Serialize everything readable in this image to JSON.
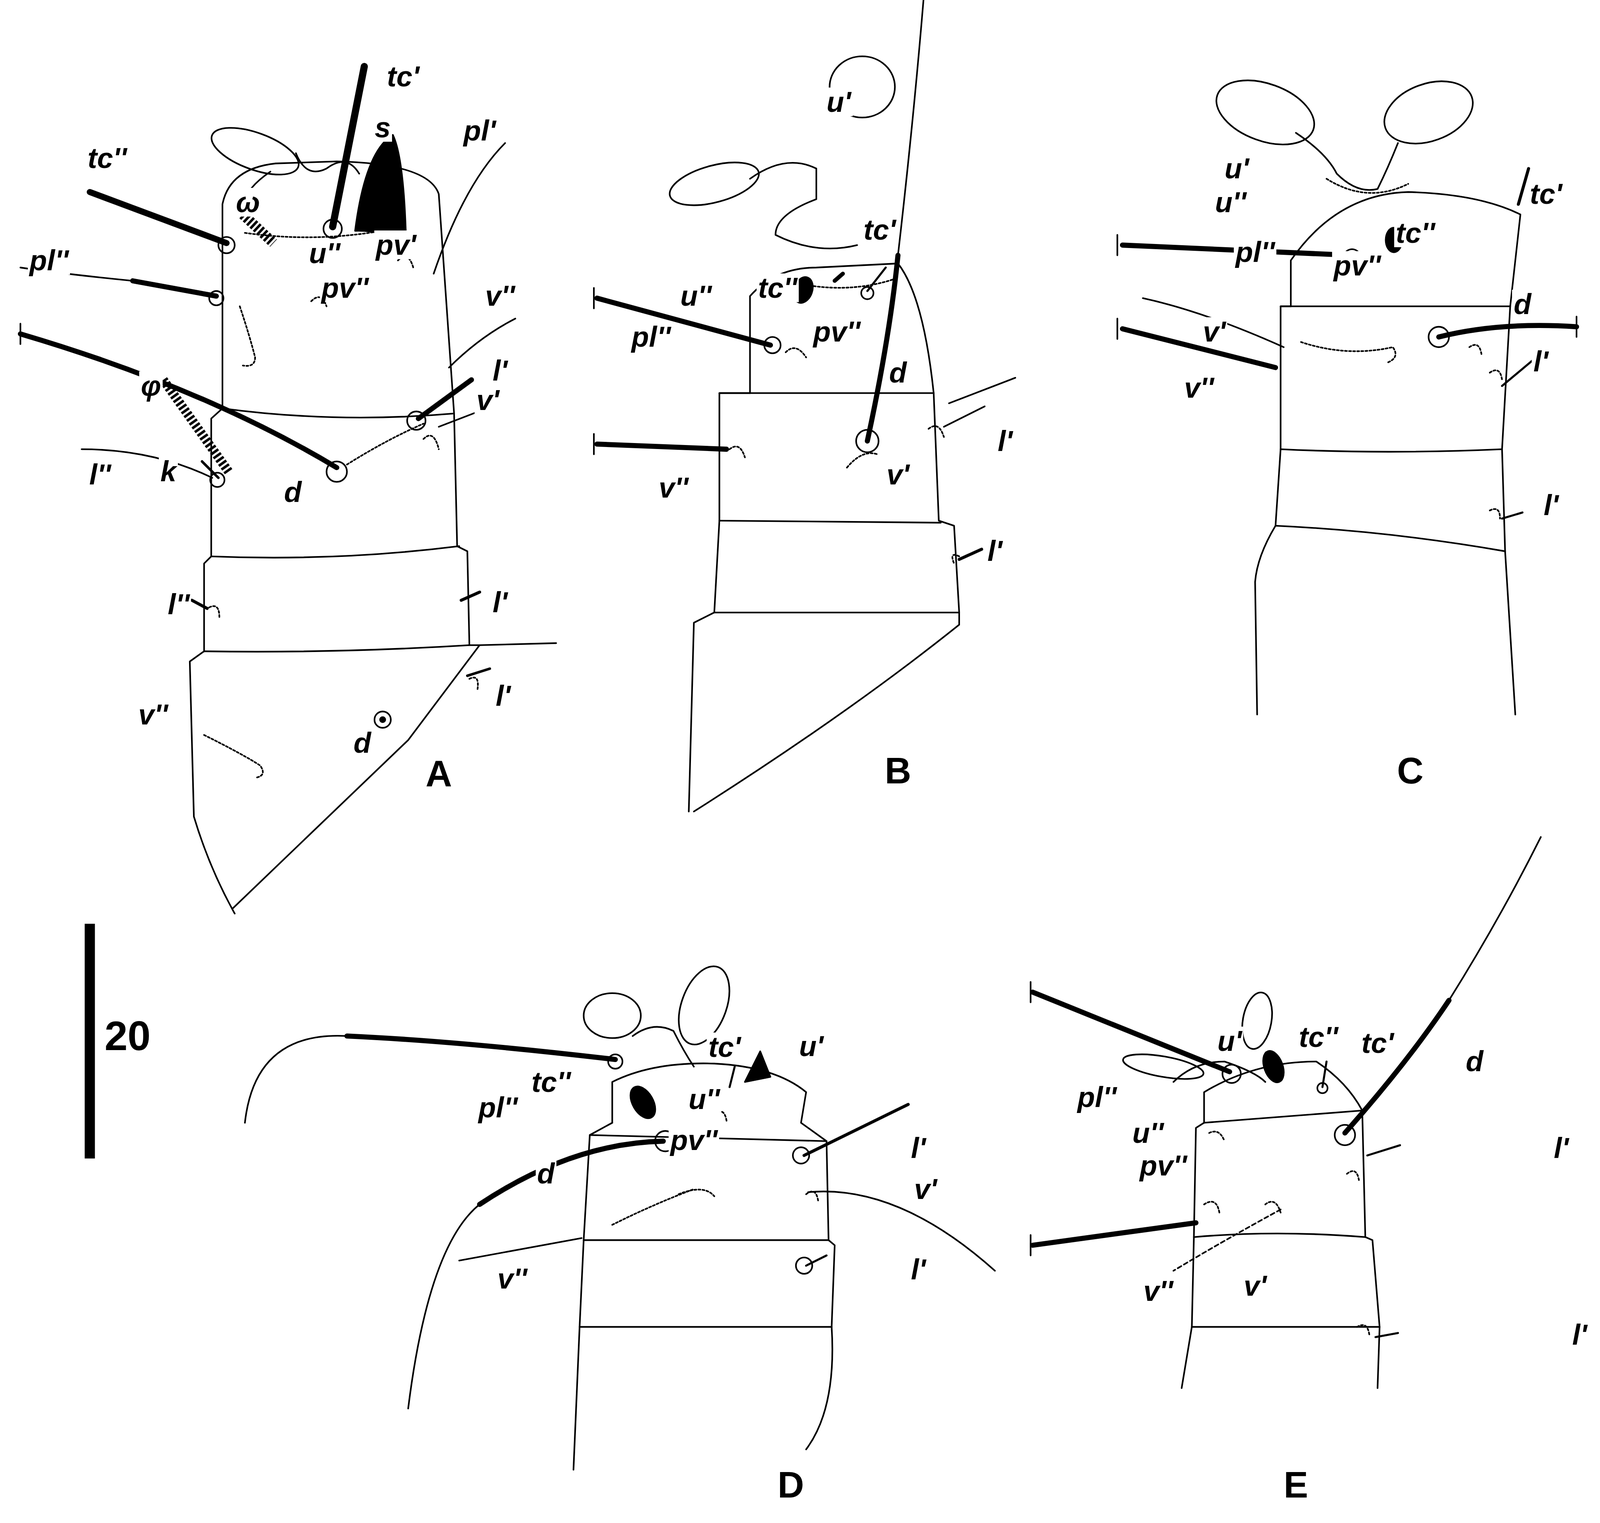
{
  "diagram": {
    "labels": [
      "tc'",
      "tc''",
      "s",
      "pl'",
      "ω",
      "pl''",
      "u''",
      "pv'",
      "pv''",
      "v''",
      "φ",
      "l'",
      "v'",
      "l''",
      "k",
      "d",
      "l''",
      "l'",
      "l'",
      "v''",
      "d",
      "A",
      "u'",
      "tc'",
      "pl''",
      "u''",
      "tc''",
      "pv''",
      "d",
      "l'",
      "v''",
      "v'",
      "l'",
      "B",
      "u'",
      "u''",
      "tc'",
      "pl''",
      "tc''",
      "pv''",
      "d",
      "v'",
      "l'",
      "v''",
      "l'",
      "C",
      "tc'",
      "u'",
      "tc''",
      "u''",
      "pl''",
      "pv''",
      "l'",
      "d",
      "v'",
      "l'",
      "v''",
      "D",
      "u'",
      "tc''",
      "tc'",
      "d",
      "pl''",
      "u''",
      "l'",
      "pv''",
      "v''",
      "v'",
      "l'",
      "E",
      "20"
    ]
  }
}
